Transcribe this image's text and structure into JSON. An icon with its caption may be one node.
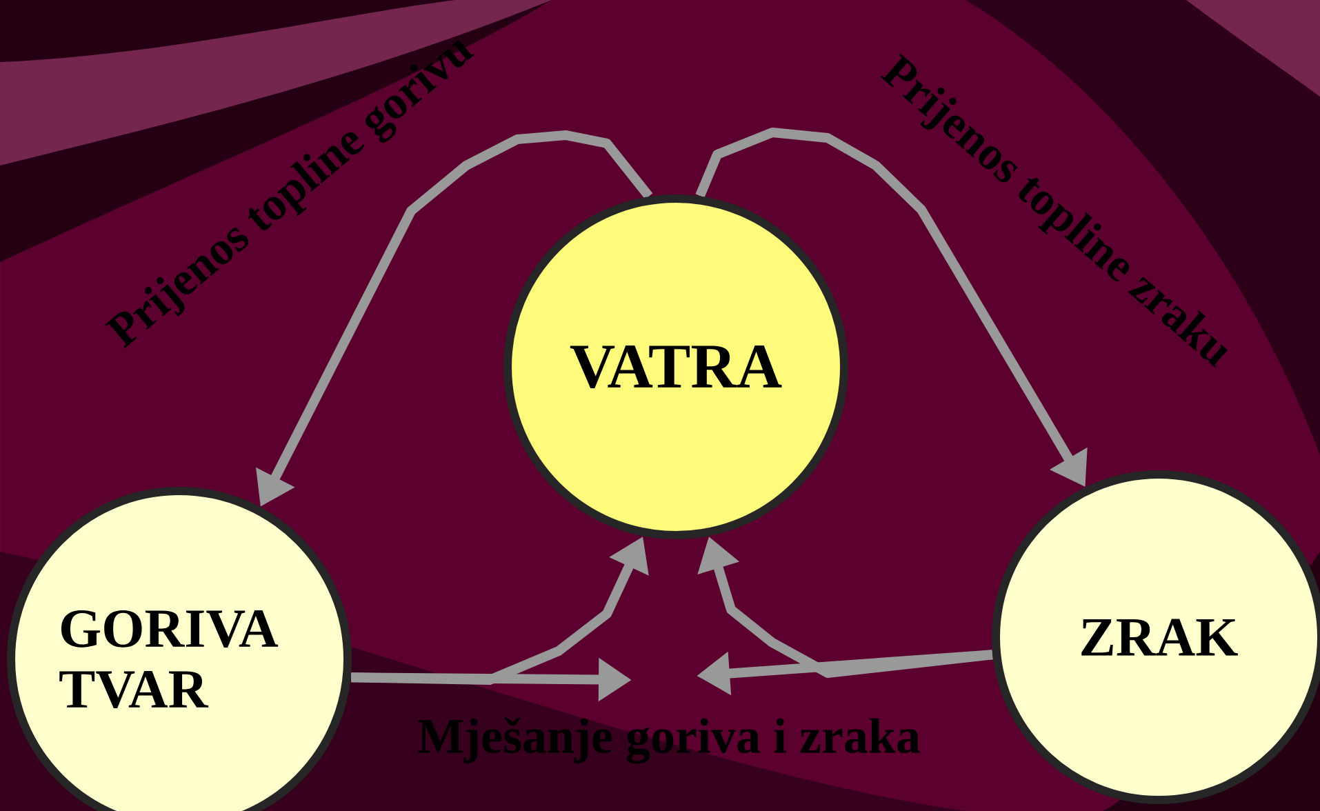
{
  "diagram": {
    "nodes": [
      {
        "text": [
          "VATRA"
        ]
      },
      {
        "text": [
          "GORIVA TVAR"
        ]
      },
      {
        "text": [
          "ZRAK"
        ]
      }
    ],
    "edges": [
      {
        "from": 0,
        "to": 1,
        "arrow": "to",
        "label": "Prijenos topline gorivu"
      },
      {
        "from": 0,
        "to": 2,
        "arrow": "to",
        "label": "Prijenos topline zraku"
      },
      {
        "from": 1,
        "to": null,
        "arrow": "to"
      },
      {
        "from": 1,
        "to": 0,
        "arrow": "to"
      },
      {
        "from": 2,
        "to": null,
        "arrow": "to"
      },
      {
        "from": 2,
        "to": 0,
        "arrow": "to"
      }
    ],
    "labels": [
      "Mješanje goriva i zraka"
    ]
  }
}
